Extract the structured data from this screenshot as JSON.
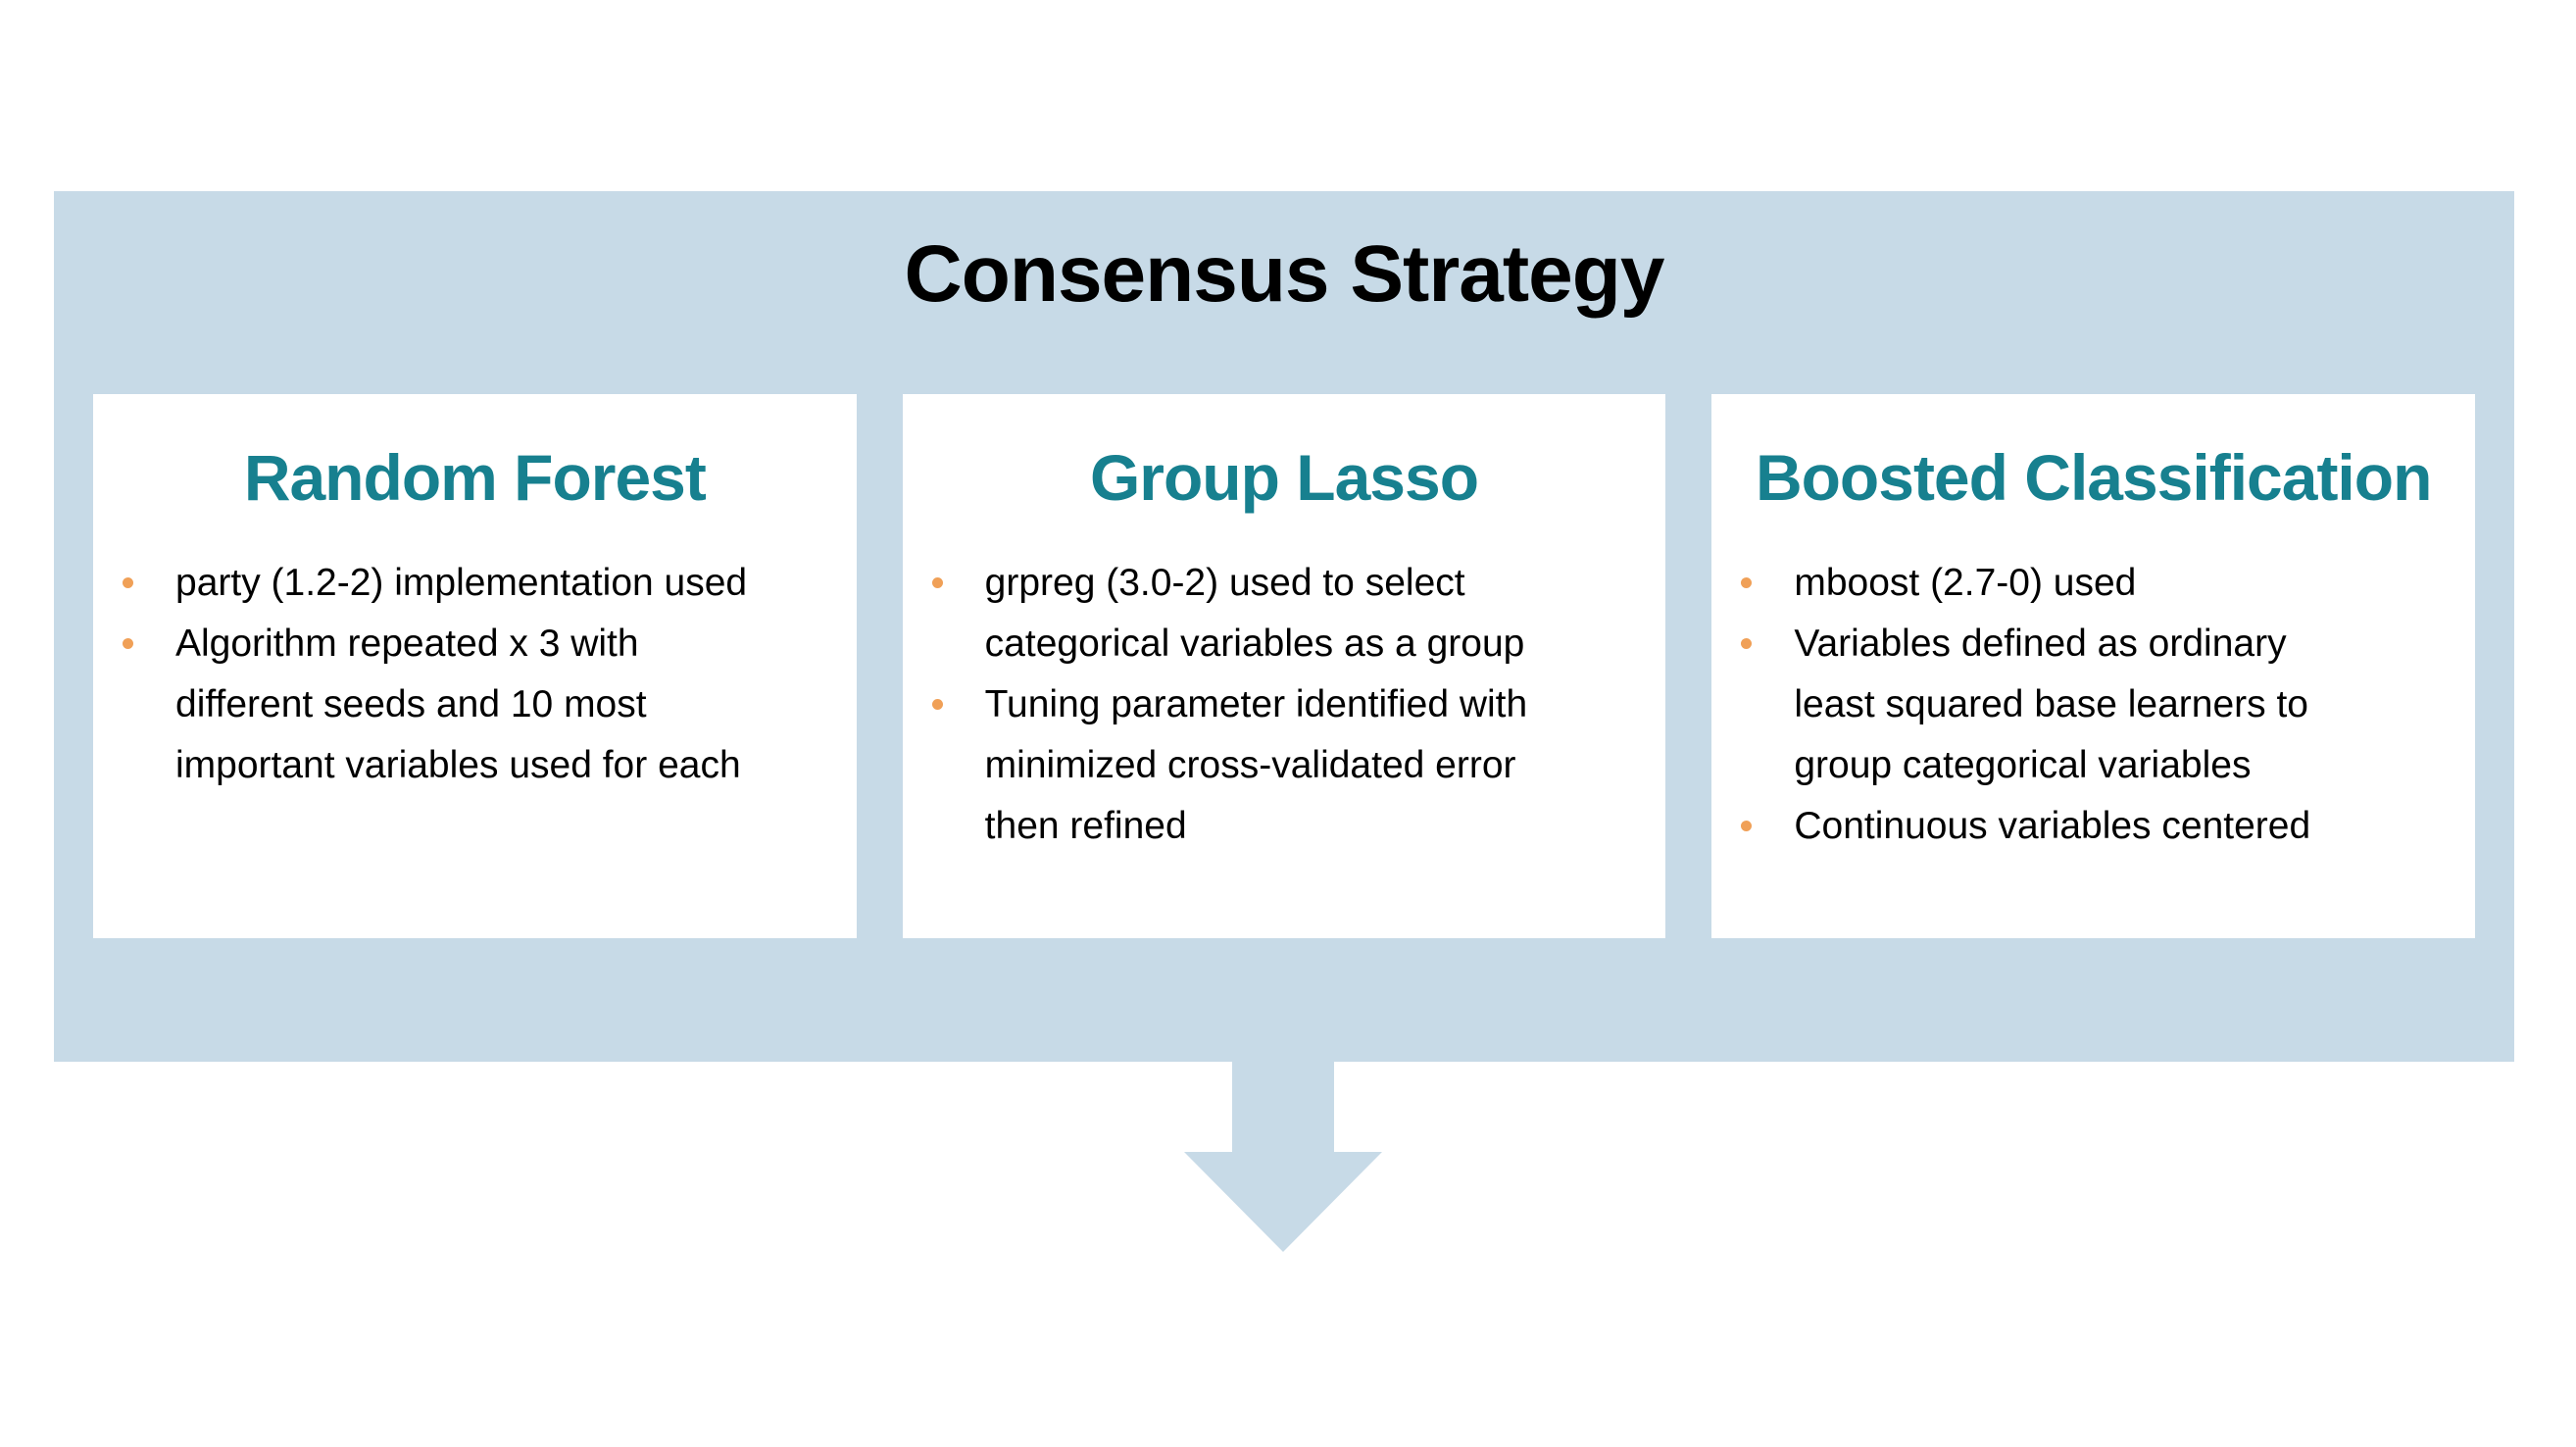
{
  "title": "Consensus Strategy",
  "cards": [
    {
      "title": "Random Forest",
      "bullets": [
        "party (1.2-2) implementation used",
        "Algorithm repeated x 3 with different seeds and 10 most important variables used for each"
      ]
    },
    {
      "title": "Group Lasso",
      "bullets": [
        "grpreg (3.0-2) used to select categorical variables as a group",
        "Tuning parameter identified with minimized cross-validated error then refined"
      ]
    },
    {
      "title": "Boosted Classification",
      "bullets": [
        "mboost (2.7-0) used",
        "Variables defined as ordinary least squared base learners to group categorical variables",
        "Continuous variables centered"
      ]
    }
  ],
  "icons": {
    "arrow": "down-arrow-icon",
    "bullet": "bullet-icon"
  },
  "arrow": {
    "direction": "down"
  },
  "colors": {
    "panel_bg": "#C7DAE7",
    "card_bg": "#FFFFFF",
    "card_title": "#17808F",
    "bullet_dot": "#F0A057",
    "main_title": "#000000",
    "body_text": "#000000"
  }
}
